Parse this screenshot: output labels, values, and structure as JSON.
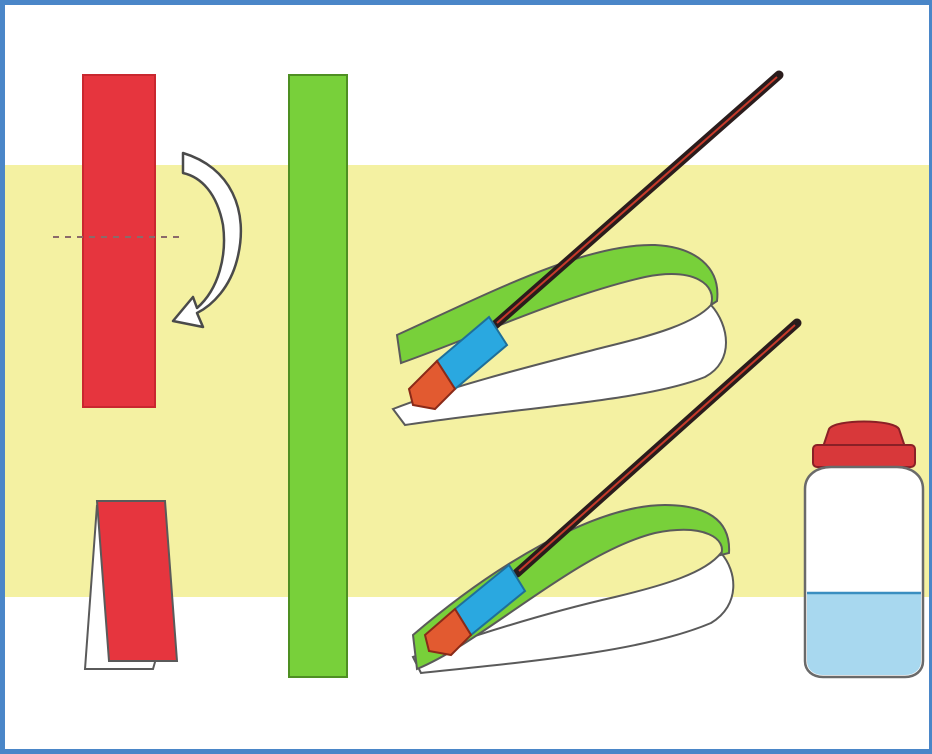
{
  "colors": {
    "frame": "#4a86c8",
    "background": "#ffffff",
    "yellow_band": "#f4f1a2",
    "red_paper": "#e6353e",
    "green_strip": "#78d03a",
    "brush_handle": "#2a1c1c",
    "brush_ferrule": "#2aa8e0",
    "brush_tip": "#e25a30",
    "bottle_cap": "#d8383a",
    "glue_liquid": "#a8d8ef",
    "outline": "#5a5a5a"
  },
  "illustration": {
    "panels": [
      {
        "name": "red-paper-strip-with-fold-line",
        "icon": "red-strip-icon"
      },
      {
        "name": "fold-arrow",
        "icon": "curved-arrow-icon"
      },
      {
        "name": "folded-red-paper",
        "icon": "folded-paper-icon"
      },
      {
        "name": "green-paper-strip",
        "icon": "green-strip-icon"
      },
      {
        "name": "brush-gluing-green-strip-1",
        "icon": "paintbrush-icon"
      },
      {
        "name": "brush-gluing-green-strip-2",
        "icon": "paintbrush-icon"
      },
      {
        "name": "glue-bottle",
        "icon": "glue-bottle-icon"
      }
    ]
  }
}
